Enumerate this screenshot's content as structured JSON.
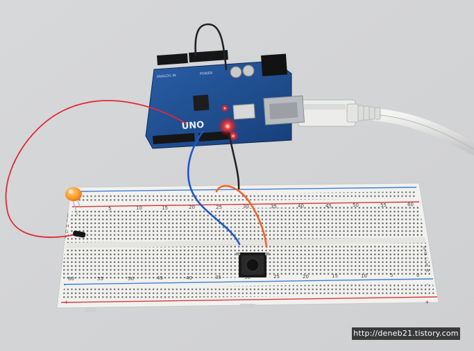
{
  "board": {
    "logo_text": "UNO",
    "header_label_left": "ANALOG IN",
    "header_label_right": "POWER"
  },
  "breadboard": {
    "top_row_numbers": [
      "5",
      "10",
      "15",
      "20",
      "25",
      "30",
      "35",
      "40",
      "45",
      "50",
      "55",
      "60"
    ],
    "bottom_row_numbers": [
      "60",
      "55",
      "50",
      "45",
      "40",
      "35",
      "30",
      "25",
      "20",
      "15",
      "10",
      "5",
      "0"
    ],
    "left_row_letters": [
      "J",
      "I",
      "H",
      "G",
      "F"
    ],
    "right_row_letters": [
      "A",
      "B",
      "C",
      "D",
      "E"
    ],
    "rail_plus": "+",
    "rail_minus": "-"
  },
  "watermark": {
    "text": "http://deneb21.tistory.com"
  },
  "colors": {
    "board_blue": "#1f4f94",
    "breadboard_white": "#f3f3f1",
    "wire_red": "#e02a35",
    "wire_blue": "#1e56c8",
    "wire_orange": "#f0662b",
    "wire_black": "#222222",
    "led_orange": "#ff9a2a",
    "led_red_glow": "#ff2a2a"
  }
}
